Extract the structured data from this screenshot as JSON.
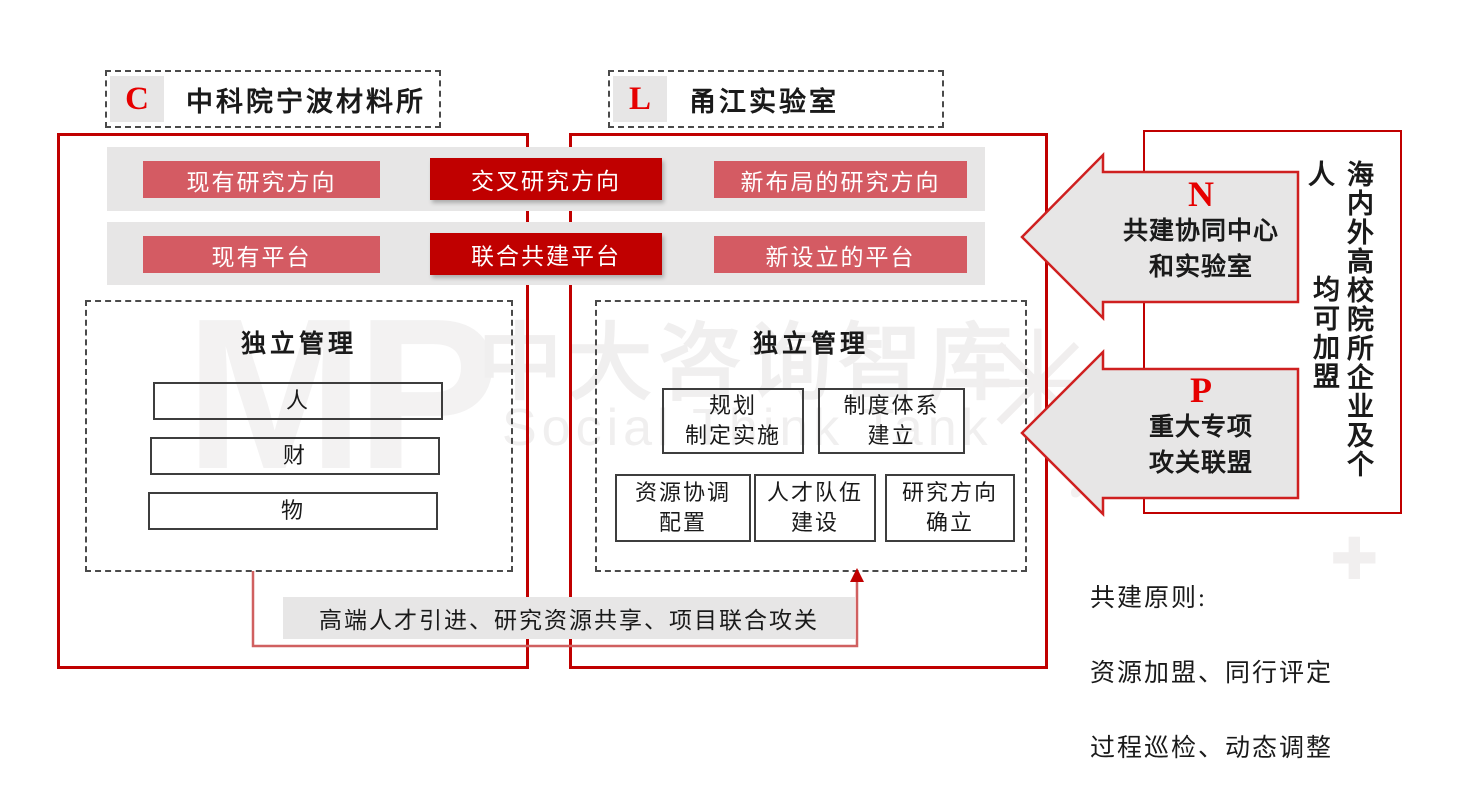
{
  "org_left": {
    "letter": "C",
    "name": "中科院宁波材料所"
  },
  "org_right": {
    "letter": "L",
    "name": "甬江实验室"
  },
  "rows": {
    "research": {
      "left": "现有研究方向",
      "center": "交叉研究方向",
      "right": "新布局的研究方向"
    },
    "platform": {
      "left": "现有平台",
      "center": "联合共建平台",
      "right": "新设立的平台"
    }
  },
  "left_panel": {
    "title": "独立管理",
    "items": [
      "人",
      "财",
      "物"
    ]
  },
  "right_panel": {
    "title": "独立管理",
    "row1": [
      "规划\n制定实施",
      "制度体系\n建立"
    ],
    "row2": [
      "资源协调\n配置",
      "人才队伍\n建设",
      "研究方向\n确立"
    ]
  },
  "bottom_band": "高端人才引进、研究资源共享、项目联合攻关",
  "arrows": {
    "n": {
      "letter": "N",
      "label": "共建协同中心\n和实验室"
    },
    "p": {
      "letter": "P",
      "label": "重大专项\n攻关联盟"
    }
  },
  "side_note": {
    "main": "海内外高校院所企业及个人",
    "sub": "均可加盟"
  },
  "principles": {
    "title": "共建原则:",
    "line1": "资源加盟、同行评定",
    "line2": "过程巡检、动态调整"
  },
  "watermark": {
    "letters": "MP",
    "cn": "中大咨询智库",
    "en": "Social Think Tank",
    "star": "✳",
    "plus": "✚",
    "flake": "❋"
  },
  "colors": {
    "accent_red": "#c00000",
    "light_red": "#d45b63",
    "band_gray": "#e7e6e6",
    "letter_red": "#e60000"
  }
}
